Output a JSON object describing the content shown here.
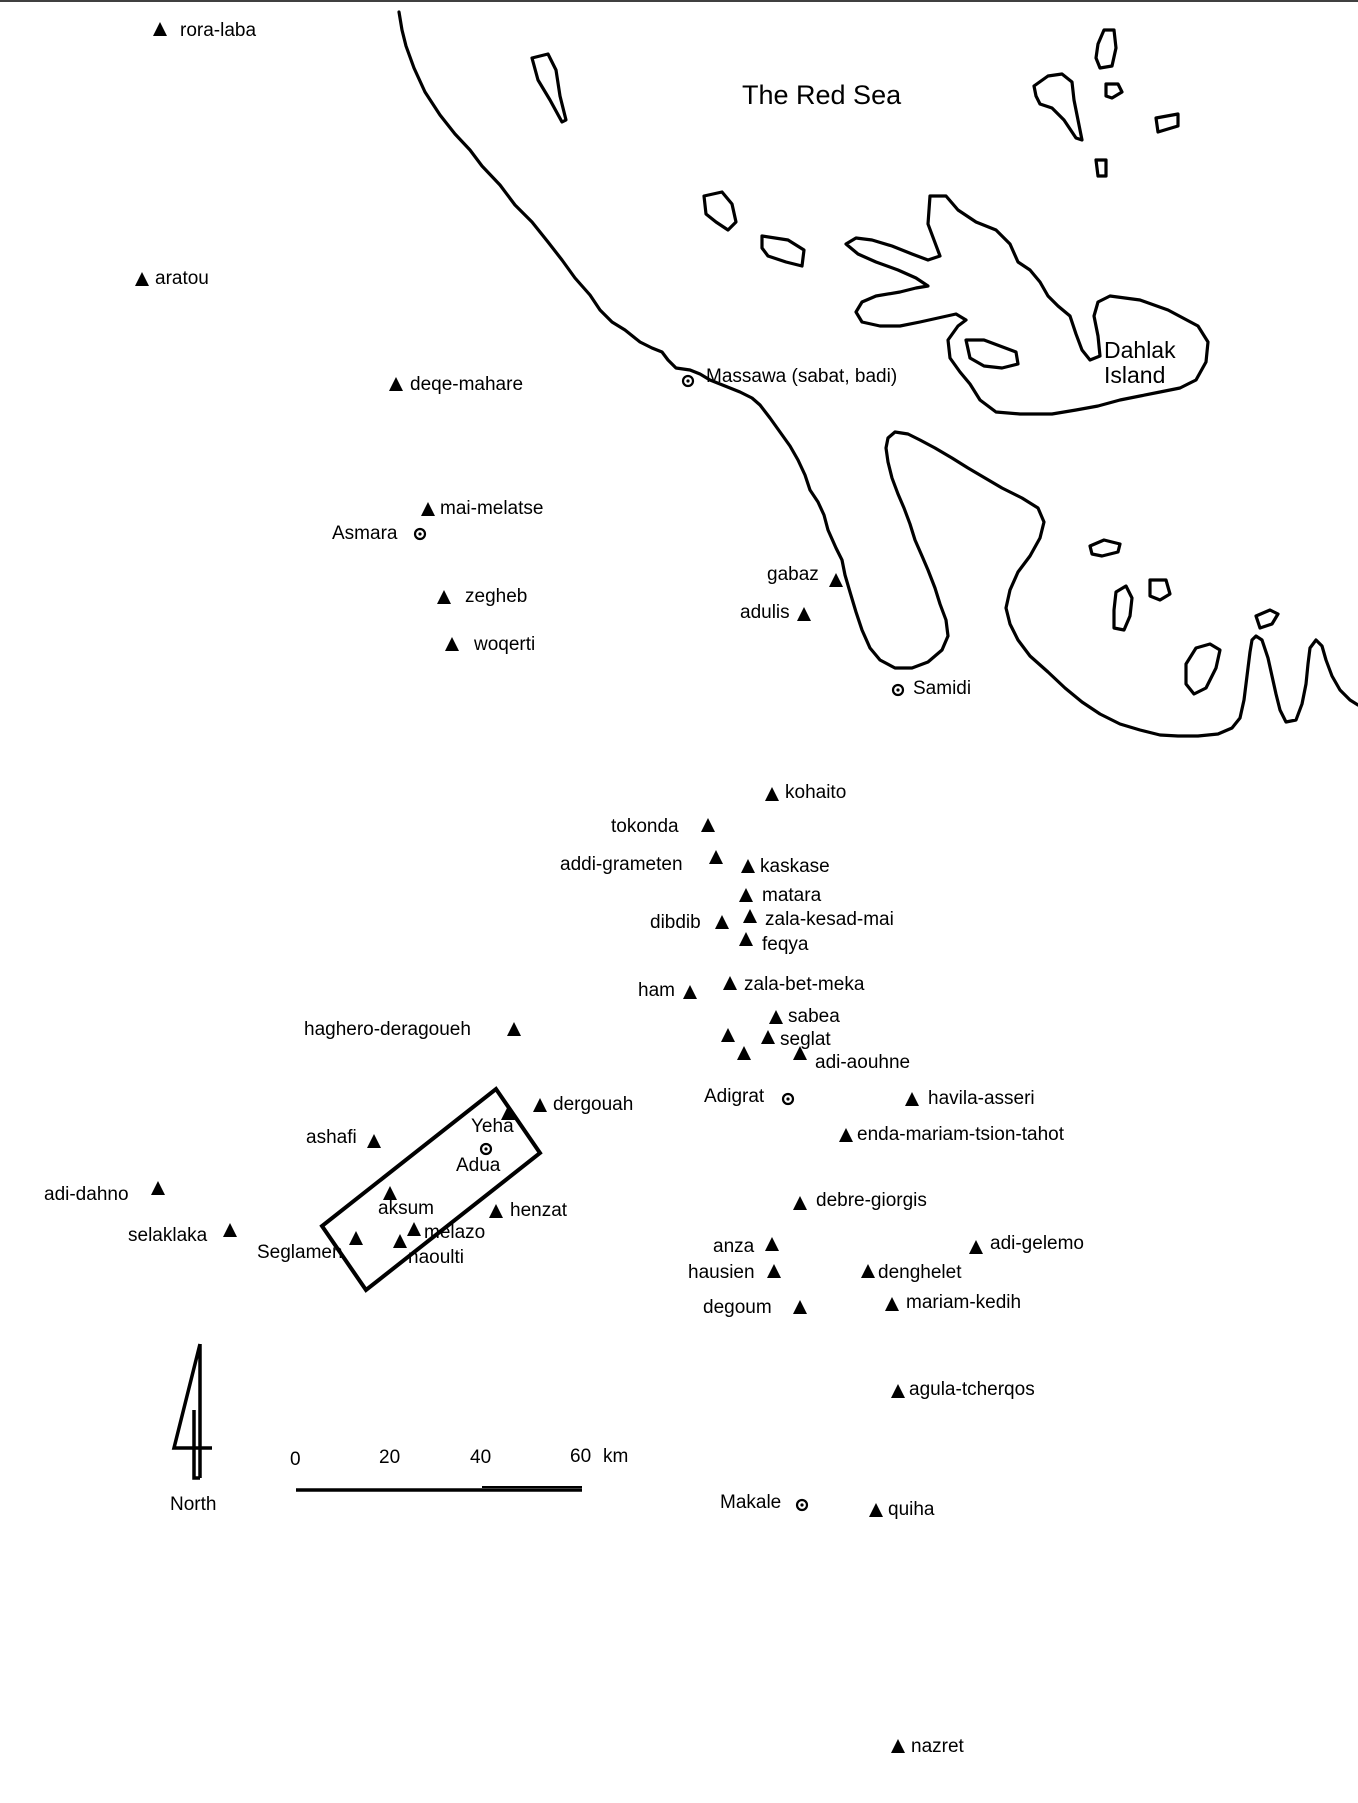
{
  "map": {
    "sea_label": "The Red Sea",
    "island_label_line1": "Dahlak",
    "island_label_line2": "Island",
    "north_label": "North",
    "scale": {
      "ticks": [
        "0",
        "20",
        "40",
        "60"
      ],
      "unit": "km"
    },
    "legend_symbols": {
      "site": "triangle-marker-icon",
      "town": "dot-circle-icon"
    },
    "sites": [
      "rora-laba",
      "aratou",
      "deqe-mahare",
      "mai-melatse",
      "zegheb",
      "woqerti",
      "gabaz",
      "adulis",
      "kohaito",
      "tokonda",
      "addi-grameten",
      "kaskase",
      "matara",
      "dibdib",
      "zala-kesad-mai",
      "feqya",
      "ham",
      "zala-bet-meka",
      "haghero-deragoueh",
      "sabea",
      "seglat",
      "adi-aouhne",
      "dergouah",
      "havila-asseri",
      "enda-mariam-tsion-tahot",
      "ashafi",
      "adi-dahno",
      "aksum",
      "henzat",
      "debre-giorgis",
      "selaklaka",
      "melazo",
      "anza",
      "adi-gelemo",
      "naoulti",
      "hausien",
      "denghelet",
      "degoum",
      "mariam-kedih",
      "agula-tcherqos",
      "quiha",
      "nazret"
    ],
    "towns": [
      "Massawa (sabat, badi)",
      "Asmara",
      "Samidi",
      "Adigrat",
      "Yeha",
      "Adua",
      "Seglamen",
      "Makale"
    ]
  }
}
